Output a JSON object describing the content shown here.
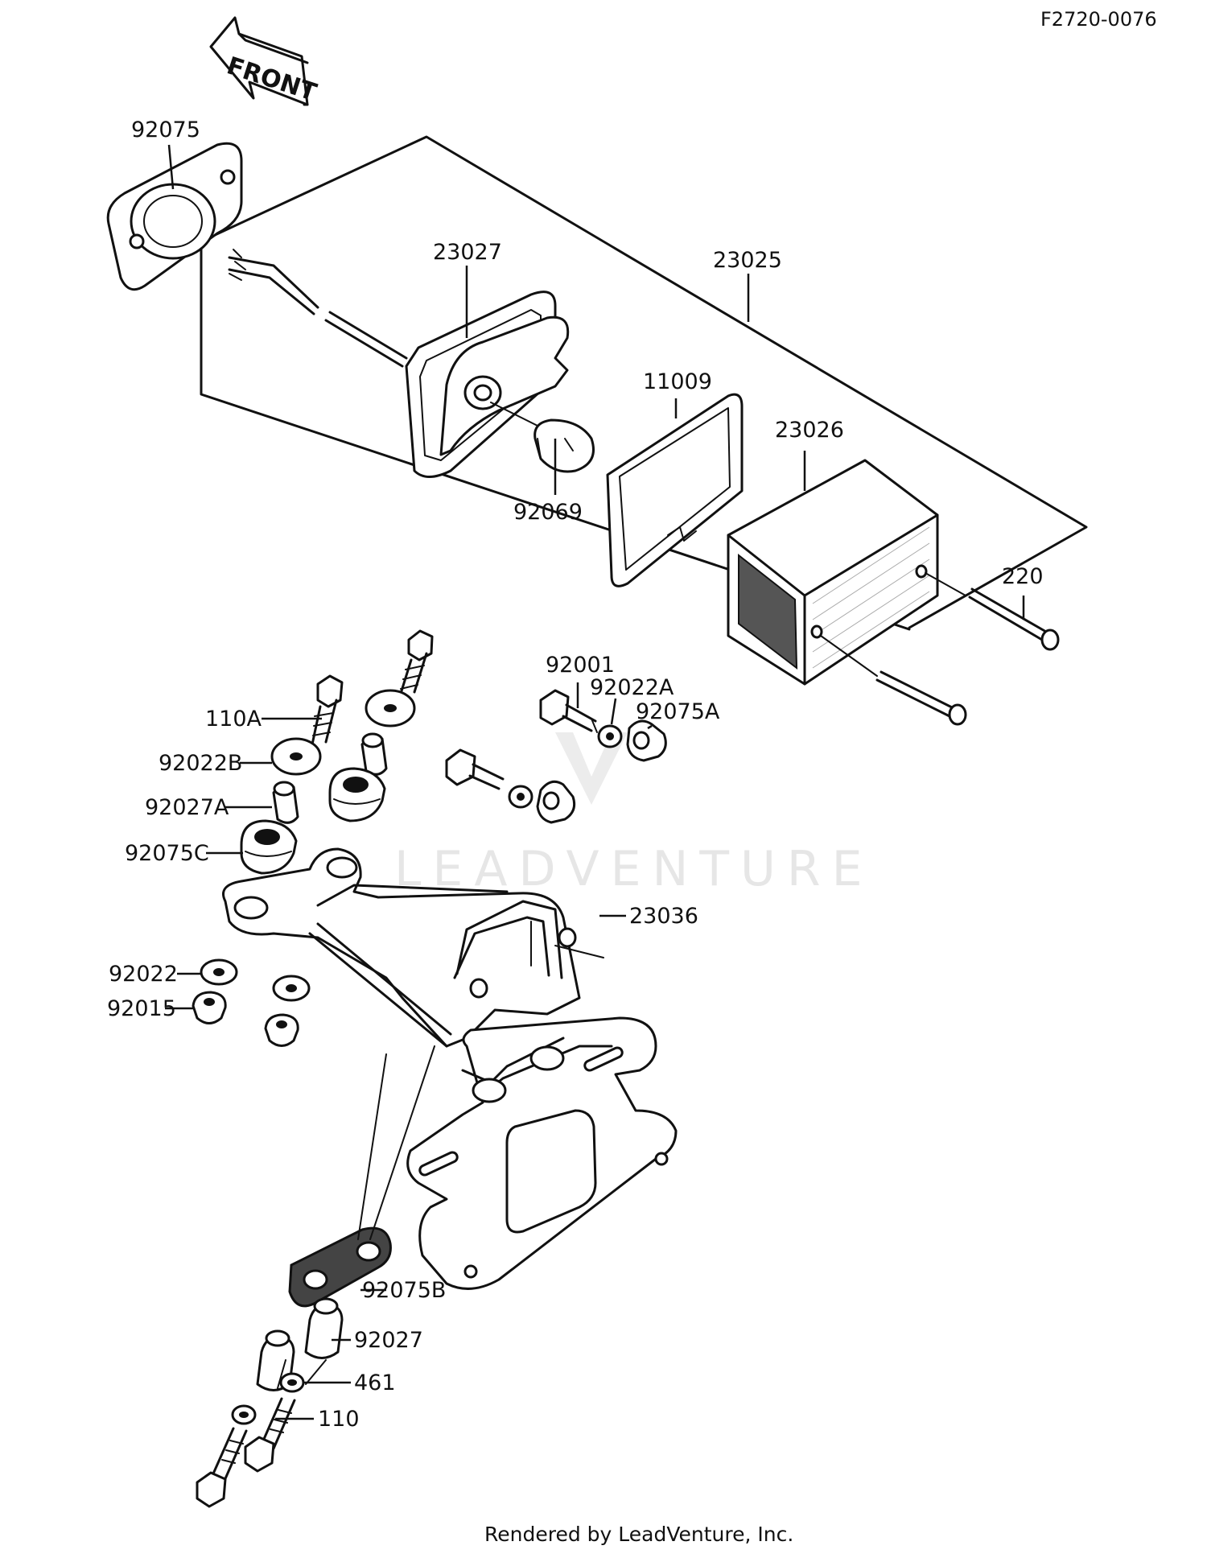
{
  "document": {
    "code": "F2720-0076",
    "credit": "Rendered by LeadVenture, Inc.",
    "direction_arrow": "FRONT",
    "watermark": "LEADVENTURE"
  },
  "parts": [
    {
      "id": "p92075",
      "label": "92075"
    },
    {
      "id": "p23027",
      "label": "23027"
    },
    {
      "id": "p23025",
      "label": "23025"
    },
    {
      "id": "p11009",
      "label": "11009"
    },
    {
      "id": "p23026",
      "label": "23026"
    },
    {
      "id": "p92069",
      "label": "92069"
    },
    {
      "id": "p220",
      "label": "220"
    },
    {
      "id": "p92001",
      "label": "92001"
    },
    {
      "id": "p92022A",
      "label": "92022A"
    },
    {
      "id": "p92075A",
      "label": "92075A"
    },
    {
      "id": "p110A",
      "label": "110A"
    },
    {
      "id": "p92022B",
      "label": "92022B"
    },
    {
      "id": "p92027A",
      "label": "92027A"
    },
    {
      "id": "p92075C",
      "label": "92075C"
    },
    {
      "id": "p23036",
      "label": "23036"
    },
    {
      "id": "p92022",
      "label": "92022"
    },
    {
      "id": "p92015",
      "label": "92015"
    },
    {
      "id": "p92075B",
      "label": "92075B"
    },
    {
      "id": "p92027",
      "label": "92027"
    },
    {
      "id": "p461",
      "label": "461"
    },
    {
      "id": "p110",
      "label": "110"
    }
  ]
}
